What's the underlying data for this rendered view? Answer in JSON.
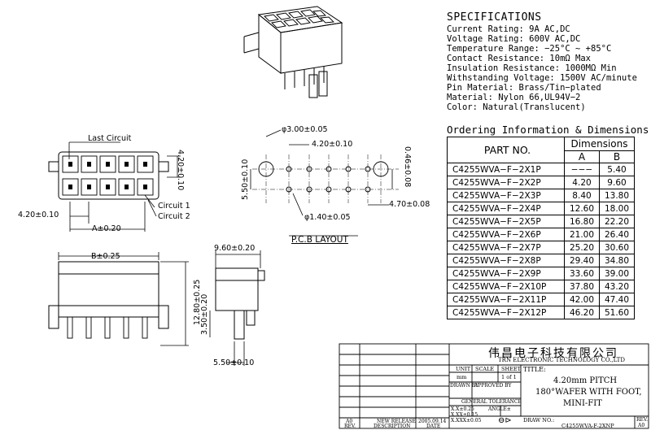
{
  "specifications": {
    "title": "SPECIFICATIONS",
    "lines": [
      "Current Rating: 9A AC,DC",
      "Voltage Rating: 600V AC,DC",
      "Temperature Range: −25°C ~ +85°C",
      "Contact Resistance: 10mΩ Max",
      "Insulation Resistance: 1000MΩ Min",
      "Withstanding Voltage: 1500V AC/minute",
      "Pin Material: Brass/Tin−plated",
      "Material: Nylon 66,UL94V−2",
      "Color: Natural(Translucent)"
    ]
  },
  "ordering": {
    "title": "Ordering Information & Dimensions",
    "header_part": "PART NO.",
    "header_dims": "Dimensions",
    "header_a": "A",
    "header_b": "B",
    "rows": [
      {
        "part": "C4255WVA−F−2X1P",
        "a": "−−−",
        "b": "5.40"
      },
      {
        "part": "C4255WVA−F−2X2P",
        "a": "4.20",
        "b": "9.60"
      },
      {
        "part": "C4255WVA−F−2X3P",
        "a": "8.40",
        "b": "13.80"
      },
      {
        "part": "C4255WVA−F−2X4P",
        "a": "12.60",
        "b": "18.00"
      },
      {
        "part": "C4255WVA−F−2X5P",
        "a": "16.80",
        "b": "22.20"
      },
      {
        "part": "C4255WVA−F−2X6P",
        "a": "21.00",
        "b": "26.40"
      },
      {
        "part": "C4255WVA−F−2X7P",
        "a": "25.20",
        "b": "30.60"
      },
      {
        "part": "C4255WVA−F−2X8P",
        "a": "29.40",
        "b": "34.80"
      },
      {
        "part": "C4255WVA−F−2X9P",
        "a": "33.60",
        "b": "39.00"
      },
      {
        "part": "C4255WVA−F−2X10P",
        "a": "37.80",
        "b": "43.20"
      },
      {
        "part": "C4255WVA−F−2X11P",
        "a": "42.00",
        "b": "47.40"
      },
      {
        "part": "C4255WVA−F−2X12P",
        "a": "46.20",
        "b": "51.60"
      }
    ]
  },
  "drawing_labels": {
    "last_circuit": "Last Circuit",
    "circuit1": "Circuit 1",
    "circuit2": "Circuit 2",
    "dim_420_v": "4.20±0.10",
    "dim_420_h": "4.20±0.10",
    "dim_a": "A±0.20",
    "dim_b": "B±0.25",
    "dim_960": "9.60±0.20",
    "dim_1280": "12.80±0.25",
    "dim_350": "3.50±0.20",
    "dim_550_bottom": "5.50±0.10",
    "pcb_phi300": "φ3.00±0.05",
    "pcb_420": "4.20±0.10",
    "pcb_550": "5.50±0.10",
    "pcb_046": "0.46±0.08",
    "pcb_470": "4.70±0.08",
    "pcb_phi140": "φ1.40±0.05",
    "pcb_layout": "P.C.B LAYOUT"
  },
  "title_block": {
    "company_cn": "伟昌电子科技有限公司",
    "company_en": "TRN ELECTRONIC TECHNOLOGY CO.,LTD",
    "unit_label": "UNIT",
    "unit_value": "mm",
    "scale_label": "SCALE",
    "sheet_label": "SHEET",
    "sheet_value": "1 of 1",
    "title_label": "TITLE:",
    "title_line1": "4.20mm PITCH",
    "title_line2": "180°WAFER WITH FOOT,",
    "title_line3": "MINI-FIT",
    "drawn_by": "DRAWN BY",
    "approved_by": "APPROVED BY",
    "general_tolerance": "GENERAL TOLERANCE",
    "tol1": "X.X±0.25",
    "tol2": "X.XX±0.15",
    "tol3": "X.XXX±0.05",
    "angle": "ANGLE±",
    "release_text": "NEW RELEASE",
    "release_date": "2005.09.14",
    "rev_value": "A0",
    "rev_label": "REV.",
    "description_label": "DESCRIPTION",
    "date_label": "DATE",
    "draw_no_label": "DRAW NO.:",
    "draw_no_value": "C4255WVA-F-2XNP",
    "rev_label2": "REV.",
    "rev_value2": "A0"
  }
}
